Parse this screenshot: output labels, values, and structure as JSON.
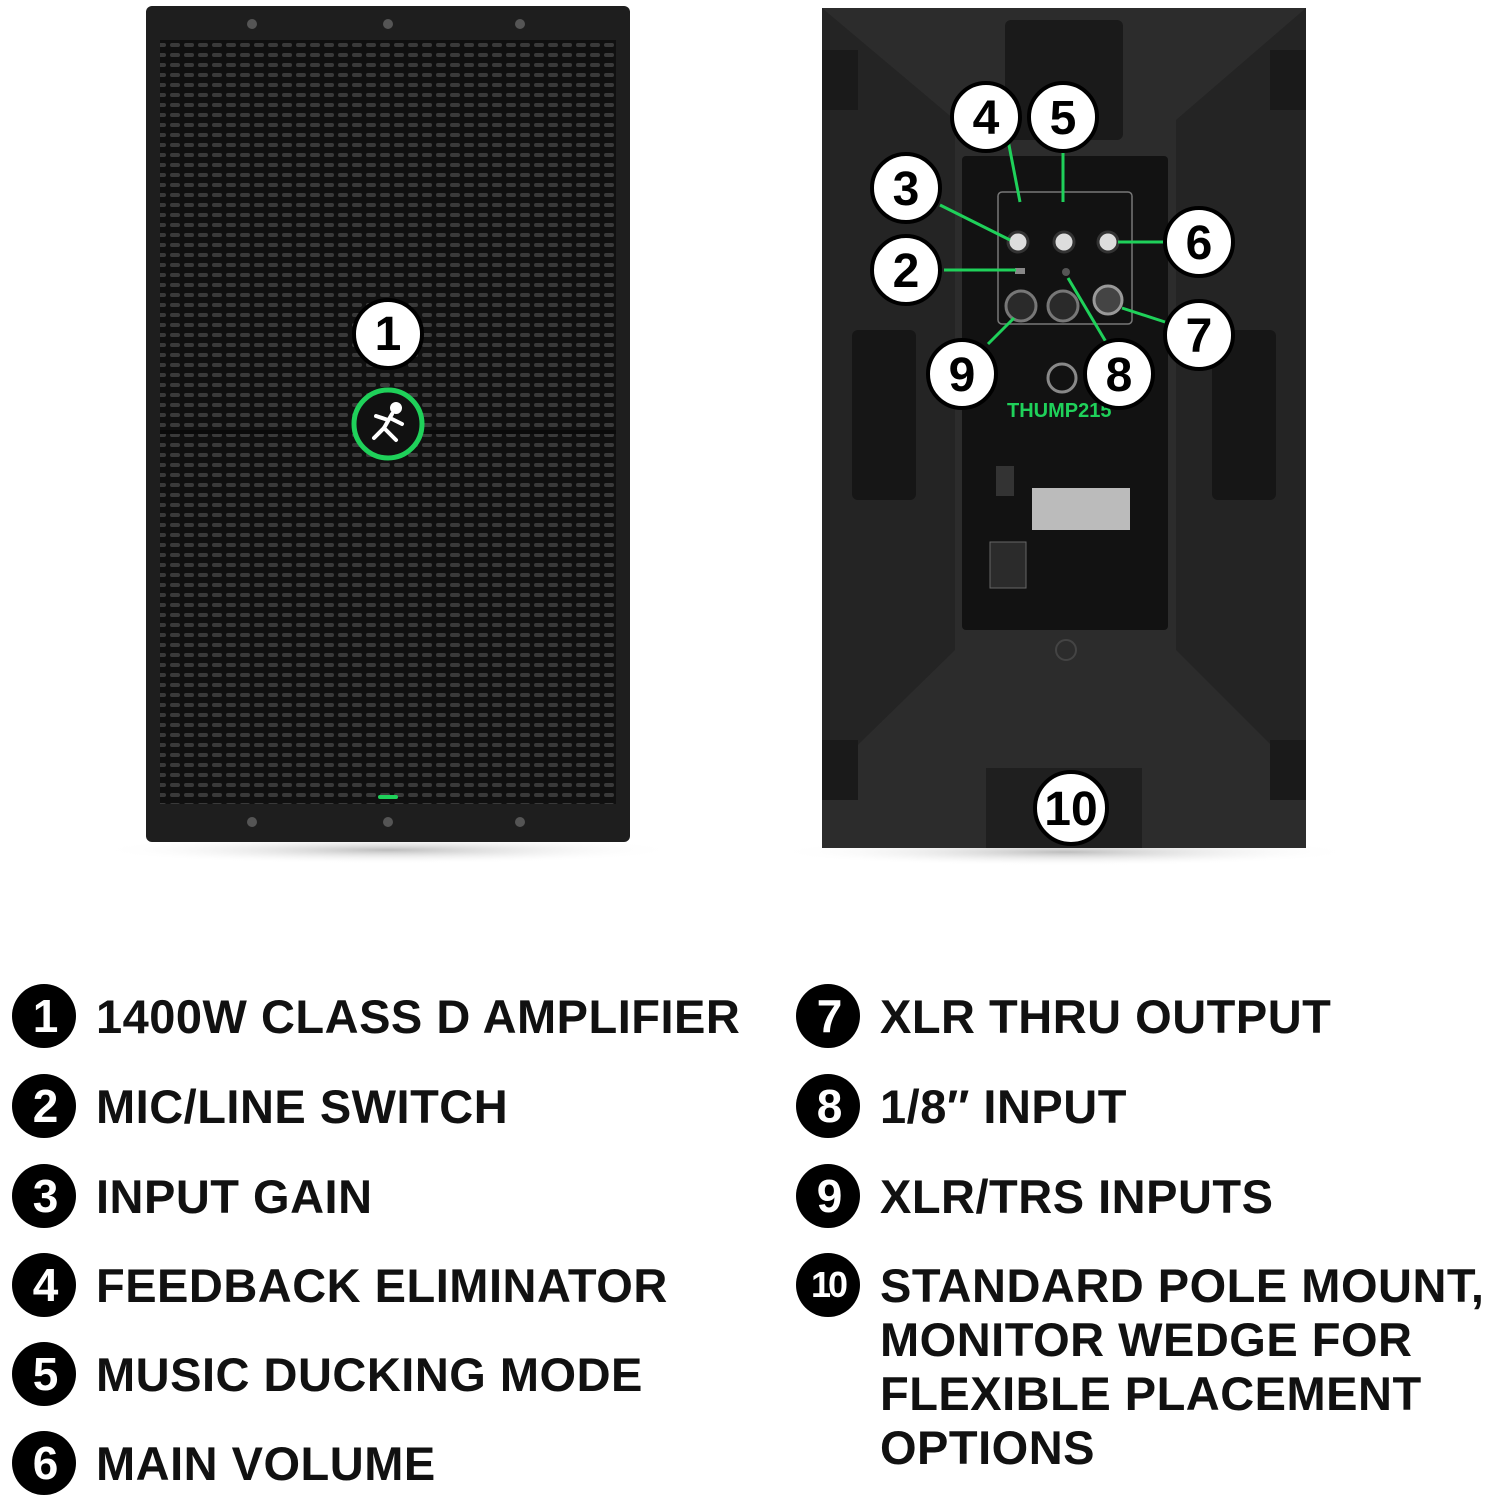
{
  "brand_text": "THUMP215",
  "colors": {
    "accent_green": "#1fd15a",
    "cabinet": "#2b2b2b",
    "grille": "#1c1c1c",
    "callout_fill": "#ffffff",
    "callout_stroke": "#000000"
  },
  "callouts": [
    {
      "num": "1"
    },
    {
      "num": "2"
    },
    {
      "num": "3"
    },
    {
      "num": "4"
    },
    {
      "num": "5"
    },
    {
      "num": "6"
    },
    {
      "num": "7"
    },
    {
      "num": "8"
    },
    {
      "num": "9"
    },
    {
      "num": "10"
    }
  ],
  "legend": [
    {
      "num": "1",
      "text": "1400W CLASS D AMPLIFIER"
    },
    {
      "num": "2",
      "text": "MIC/LINE SWITCH"
    },
    {
      "num": "3",
      "text": "INPUT GAIN"
    },
    {
      "num": "4",
      "text": "FEEDBACK ELIMINATOR"
    },
    {
      "num": "5",
      "text": "MUSIC DUCKING MODE"
    },
    {
      "num": "6",
      "text": "MAIN VOLUME"
    },
    {
      "num": "7",
      "text": "XLR THRU OUTPUT"
    },
    {
      "num": "8",
      "text": "1/8″ INPUT"
    },
    {
      "num": "9",
      "text": "XLR/TRS INPUTS"
    },
    {
      "num": "10",
      "text": "STANDARD POLE MOUNT, MONITOR WEDGE FOR FLEXIBLE PLACEMENT OPTIONS"
    }
  ]
}
